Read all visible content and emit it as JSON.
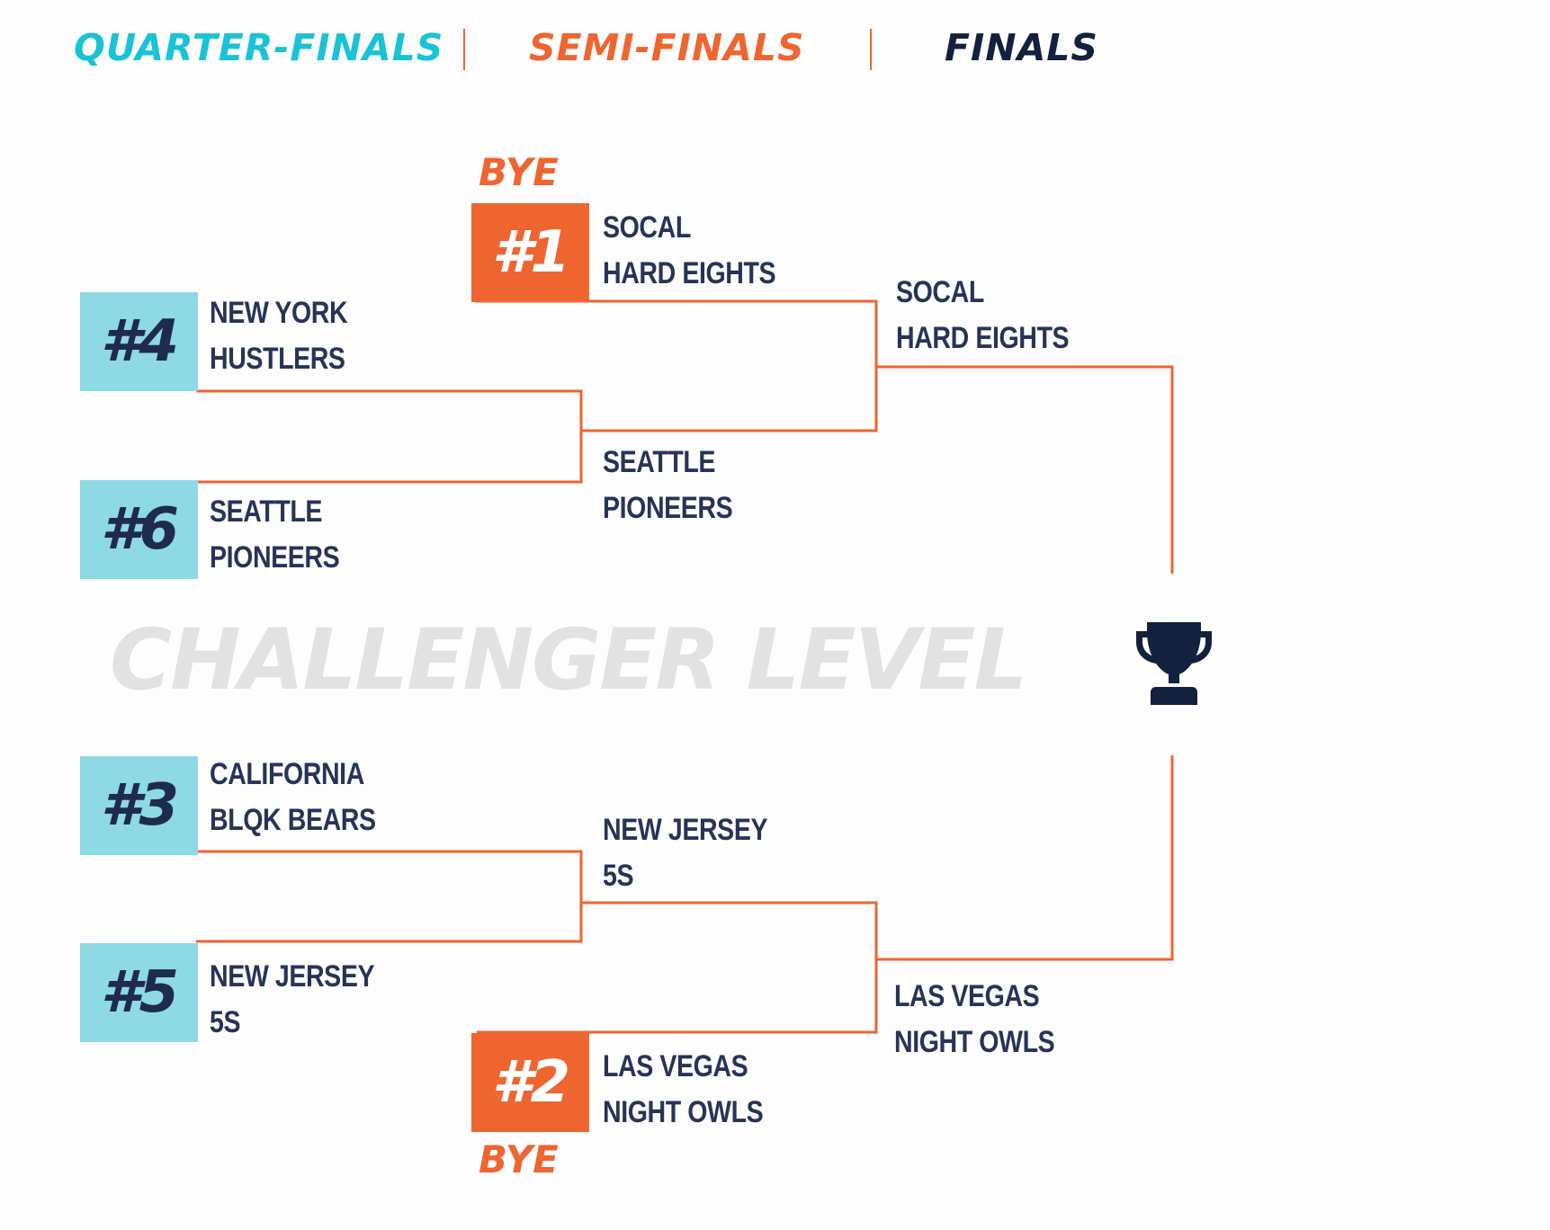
{
  "rounds": {
    "quarter_finals": "QUARTER-FINALS",
    "semi_finals": "SEMI-FINALS",
    "finals": "FINALS"
  },
  "colors": {
    "quarter_accent": "#19c3d6",
    "semi_accent": "#ee6530",
    "finals_accent": "#13203e",
    "line": "#ee6530",
    "seed_cyan": "#8dd9e4",
    "seed_orange": "#ee6530",
    "team_text": "#273457",
    "watermark": "#e2e2e2"
  },
  "quarter_finals": [
    {
      "seed": "#4",
      "line1": "NEW YORK",
      "line2": "HUSTLERS"
    },
    {
      "seed": "#6",
      "line1": "SEATTLE",
      "line2": "PIONEERS"
    },
    {
      "seed": "#3",
      "line1": "CALIFORNIA",
      "line2": "BLQK BEARS"
    },
    {
      "seed": "#5",
      "line1": "NEW JERSEY",
      "line2": "5S"
    }
  ],
  "byes": [
    {
      "label": "BYE",
      "seed": "#1",
      "line1": "SOCAL",
      "line2": "HARD EIGHTS"
    },
    {
      "label": "BYE",
      "seed": "#2",
      "line1": "LAS VEGAS",
      "line2": "NIGHT OWLS"
    }
  ],
  "semi_finals": [
    {
      "line1": "SEATTLE",
      "line2": "PIONEERS"
    },
    {
      "line1": "NEW JERSEY",
      "line2": "5S"
    }
  ],
  "finals": [
    {
      "line1": "SOCAL",
      "line2": "HARD EIGHTS"
    },
    {
      "line1": "LAS VEGAS",
      "line2": "NIGHT OWLS"
    }
  ],
  "watermark": "CHALLENGER LEVEL",
  "trophy_icon": "trophy-icon"
}
